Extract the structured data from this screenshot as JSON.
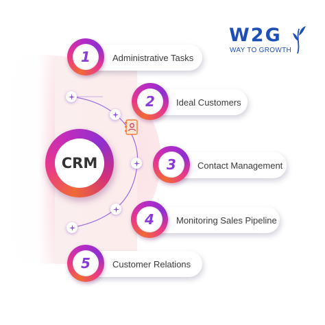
{
  "logo": {
    "mark": "W2G",
    "tagline": "WAY TO GROWTH",
    "color": "#1f4fb4"
  },
  "center": {
    "label": "CRM"
  },
  "steps": [
    {
      "number": "1",
      "label": "Administrative Tasks"
    },
    {
      "number": "2",
      "label": "Ideal Customers"
    },
    {
      "number": "3",
      "label": "Contact Management"
    },
    {
      "number": "4",
      "label": "Monitoring Sales Pipeline"
    },
    {
      "number": "5",
      "label": "Customer Relations"
    }
  ],
  "icons": {
    "nodes": "sparkle-icon",
    "contact": "contact-book-icon"
  },
  "colors": {
    "gradient_start": "#f06a35",
    "gradient_mid": "#e8388a",
    "gradient_end": "#8f2fd0",
    "number_text": "#8a3bd6",
    "arc_line": "#9b6be0"
  }
}
